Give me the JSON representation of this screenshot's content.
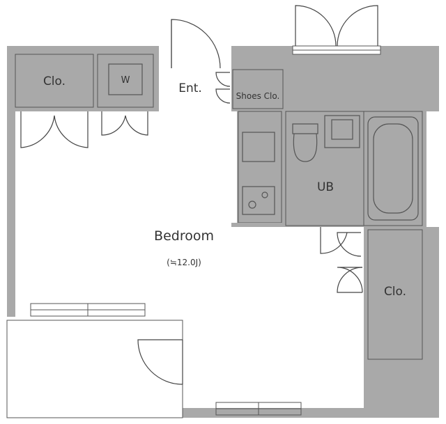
{
  "colors": {
    "wall": "#a9a9a9",
    "floor": "#ffffff",
    "closet": "#f2c4d2",
    "wet": "#bedfe2",
    "line": "#555555"
  },
  "rooms": {
    "closet_top": "Clo.",
    "washer": "W",
    "entrance": "Ent.",
    "shoes_closet": "Shoes Clo.",
    "bath": "UB",
    "bedroom": "Bedroom",
    "bedroom_area": "(≒12.0J)",
    "closet_right": "Clo."
  }
}
